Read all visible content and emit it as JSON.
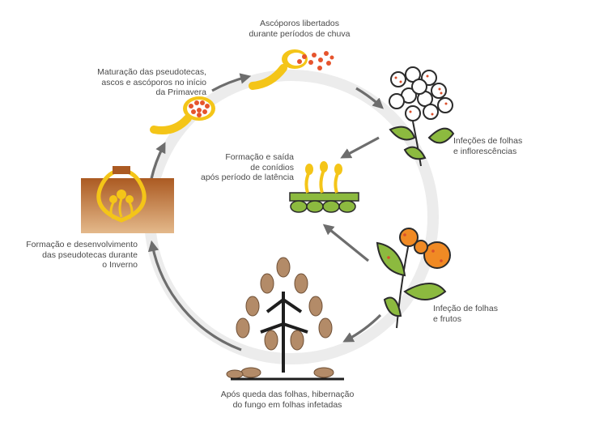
{
  "labels": {
    "ascospores": [
      "Ascóporos libertados",
      "durante períodos de chuva"
    ],
    "maturation": [
      "Maturação das pseudotecas,",
      "ascos e ascóporos no início",
      "da Primavera"
    ],
    "leaf_flower_infection": [
      "Infeções de folhas",
      "e inflorescências"
    ],
    "conidia": [
      "Formação e saída",
      "de conídios",
      "após período de latência"
    ],
    "pseudothecia_development": [
      "Formação e desenvolvimento",
      "das pseudotecas durante",
      "o Inverno"
    ],
    "leaf_fruit_infection": [
      "Infeção de folhas",
      "e frutos"
    ],
    "overwintering": [
      "Após queda das folhas, hibernação",
      "do fungo em folhas infetadas"
    ]
  },
  "colors": {
    "cycle_ring": "#ececec",
    "arrow": "#6d6d6d",
    "fungus_yellow": "#f4c518",
    "spore_red": "#e6542d",
    "soil_top": "#ab5a22",
    "soil_bottom": "#e4b98b",
    "leaf_green": "#8cba3f",
    "dark_outline": "#2b2b2b",
    "dead_leaf": "#b38b68",
    "fruit_orange": "#f08a24",
    "flower_spot": "#d94f2b"
  }
}
